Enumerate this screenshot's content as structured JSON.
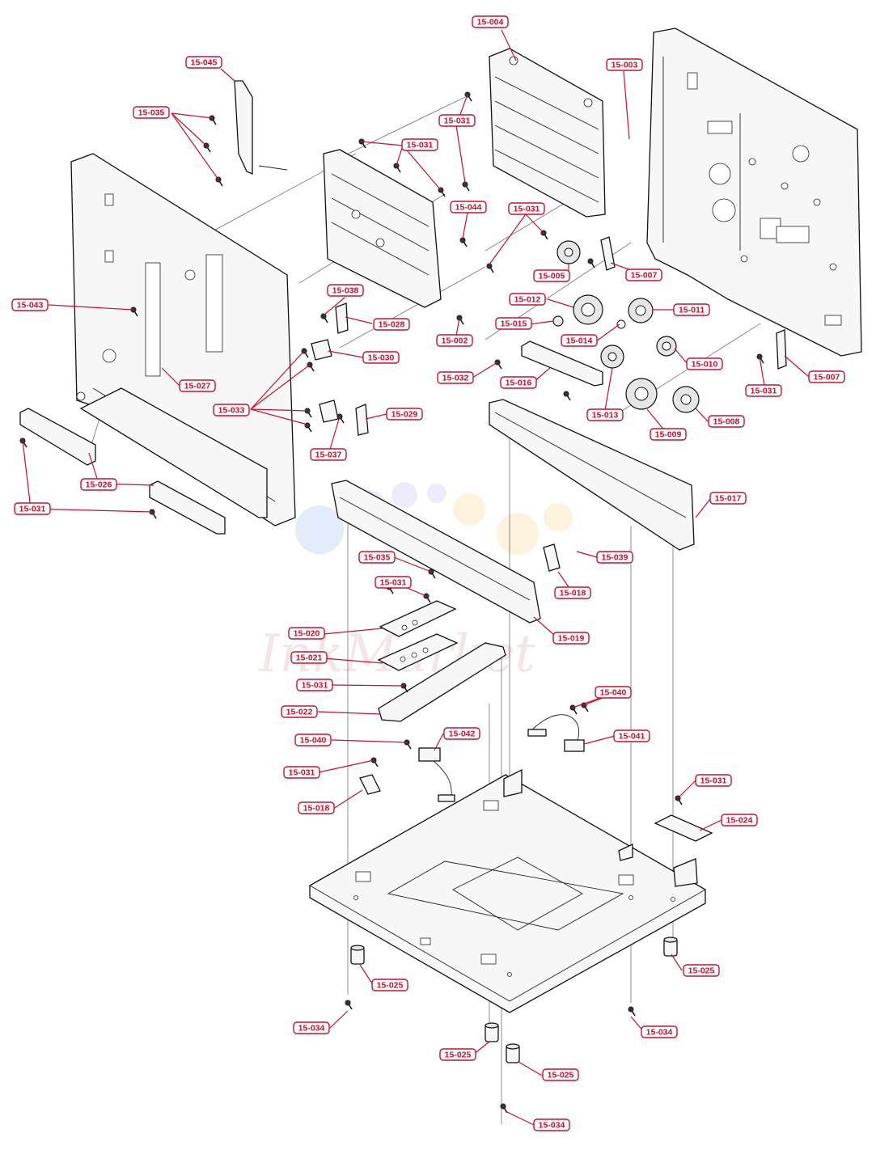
{
  "watermark": {
    "text": "InkMarket",
    "colors": [
      "#7fa8e8",
      "#f6c66b",
      "#b9a6e6"
    ]
  },
  "label_color": "#c8102e",
  "callouts": [
    {
      "id": "15-004"
    },
    {
      "id": "15-003"
    },
    {
      "id": "15-045"
    },
    {
      "id": "15-035"
    },
    {
      "id": "15-031"
    },
    {
      "id": "15-031"
    },
    {
      "id": "15-044"
    },
    {
      "id": "15-031"
    },
    {
      "id": "15-005"
    },
    {
      "id": "15-007"
    },
    {
      "id": "15-038"
    },
    {
      "id": "15-043"
    },
    {
      "id": "15-028"
    },
    {
      "id": "15-012"
    },
    {
      "id": "15-011"
    },
    {
      "id": "15-015"
    },
    {
      "id": "15-014"
    },
    {
      "id": "15-002"
    },
    {
      "id": "15-030"
    },
    {
      "id": "15-010"
    },
    {
      "id": "15-032"
    },
    {
      "id": "15-016"
    },
    {
      "id": "15-007"
    },
    {
      "id": "15-027"
    },
    {
      "id": "15-031"
    },
    {
      "id": "15-033"
    },
    {
      "id": "15-029"
    },
    {
      "id": "15-013"
    },
    {
      "id": "15-008"
    },
    {
      "id": "15-037"
    },
    {
      "id": "15-009"
    },
    {
      "id": "15-026"
    },
    {
      "id": "15-017"
    },
    {
      "id": "15-031"
    },
    {
      "id": "15-039"
    },
    {
      "id": "15-035"
    },
    {
      "id": "15-018"
    },
    {
      "id": "15-031"
    },
    {
      "id": "15-020"
    },
    {
      "id": "15-019"
    },
    {
      "id": "15-021"
    },
    {
      "id": "15-031"
    },
    {
      "id": "15-040"
    },
    {
      "id": "15-022"
    },
    {
      "id": "15-041"
    },
    {
      "id": "15-042"
    },
    {
      "id": "15-040"
    },
    {
      "id": "15-031"
    },
    {
      "id": "15-031"
    },
    {
      "id": "15-018"
    },
    {
      "id": "15-024"
    },
    {
      "id": "15-025"
    },
    {
      "id": "15-025"
    },
    {
      "id": "15-034"
    },
    {
      "id": "15-034"
    },
    {
      "id": "15-025"
    },
    {
      "id": "15-025"
    },
    {
      "id": "15-034"
    }
  ]
}
